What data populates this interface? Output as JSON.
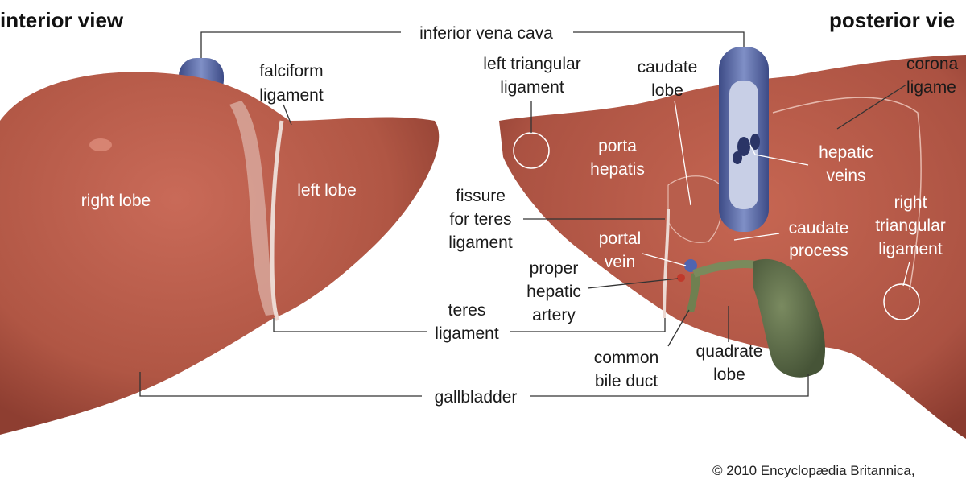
{
  "headings": {
    "anterior": "interior view",
    "posterior": "posterior vie"
  },
  "labels": {
    "inferior_vena_cava": "inferior vena cava",
    "falciform_ligament": [
      "falciform",
      "ligament"
    ],
    "right_lobe": "right lobe",
    "left_lobe": "left lobe",
    "teres_ligament": [
      "teres",
      "ligament"
    ],
    "gallbladder": "gallbladder",
    "left_triangular_ligament": [
      "left triangular",
      "ligament"
    ],
    "caudate_lobe": [
      "caudate",
      "lobe"
    ],
    "coronary_ligament": [
      "corona",
      "ligame"
    ],
    "porta_hepatis": [
      "porta",
      "hepatis"
    ],
    "hepatic_veins": [
      "hepatic",
      "veins"
    ],
    "fissure_for_teres_ligament": [
      "fissure",
      "for teres",
      "ligament"
    ],
    "caudate_process": [
      "caudate",
      "process"
    ],
    "right_triangular_ligament": [
      "right",
      "triangular",
      "ligament"
    ],
    "portal_vein": [
      "portal",
      "vein"
    ],
    "proper_hepatic_artery": [
      "proper",
      "hepatic",
      "artery"
    ],
    "common_bile_duct": [
      "common",
      "bile duct"
    ],
    "quadrate_lobe": [
      "quadrate",
      "lobe"
    ]
  },
  "credit": "© 2010 Encyclopædia Britannica,",
  "colors": {
    "liver": "#b35a4a",
    "liver_dark": "#8f3f32",
    "vena_cava": "#5a6aa3",
    "gallbladder": "#5b6b48",
    "ligament": "#e2c3b8"
  }
}
